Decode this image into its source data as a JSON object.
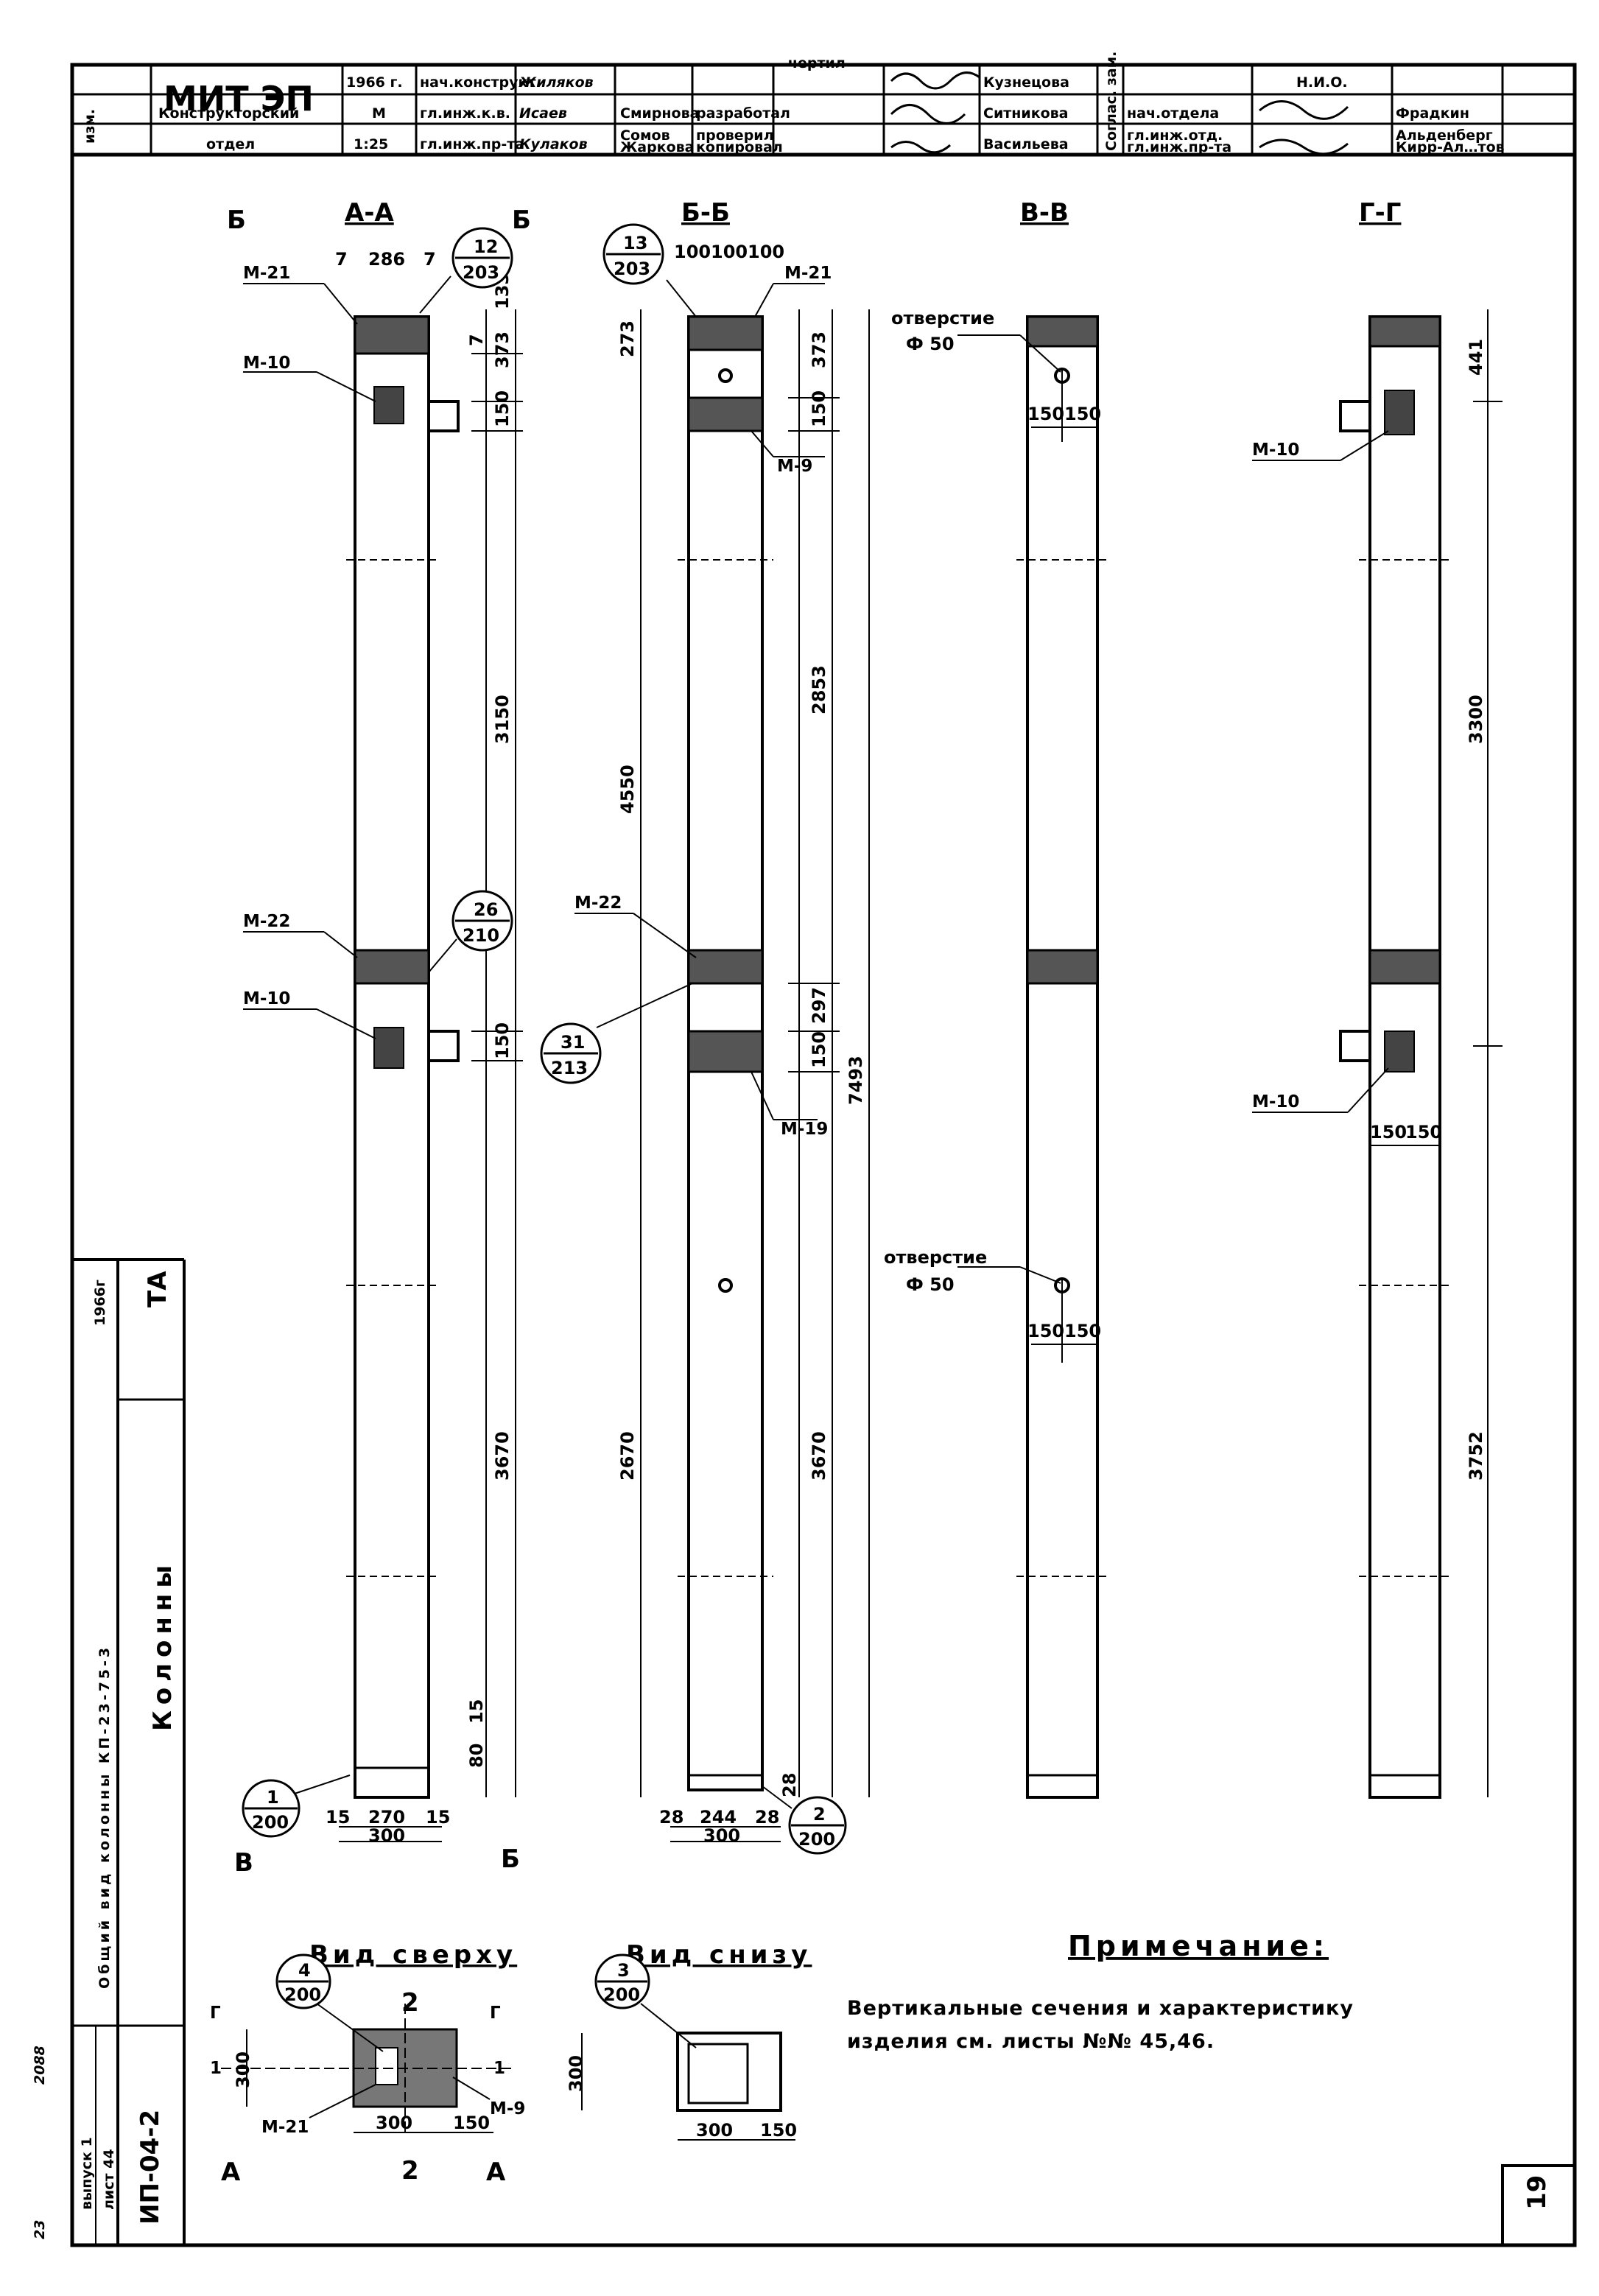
{
  "title_block": {
    "org": "МИТ ЭП",
    "org_dept": "Конструкторский",
    "org_dept2": "отдел",
    "year": "1966 г.",
    "scale_label": "М",
    "scale": "1:25",
    "row1": [
      "нач.конструкт.",
      "Жиляков"
    ],
    "row2": [
      "гл.инж.к.в.",
      "Исаев"
    ],
    "row3": [
      "гл.инж.пр-та",
      "Кулаков"
    ],
    "mid1": [
      "Смирнова",
      "разработал",
      "Кузнецова"
    ],
    "mid2": [
      "Сомов",
      "проверил",
      "Ситникова"
    ],
    "mid3": [
      "Жаркова",
      "копировал",
      "Васильева"
    ],
    "izm": "изм.",
    "checked": "чертил",
    "soglas": "Соглас. зам.",
    "right_head": "Н.И.О.",
    "right1": [
      "нач.отдела",
      "Фрадкин"
    ],
    "right2": [
      "гл.инж.отд.",
      "Альденберг"
    ],
    "right3": [
      "гл.инж.пр-та",
      "Кирр-Ал…тов"
    ]
  },
  "sections": {
    "aa": "А-А",
    "bb": "Б-Б",
    "vv": "В-В",
    "gg": "Г-Г",
    "cut_b": "Б",
    "cut_v": "В"
  },
  "marks": {
    "m21": "М-21",
    "m10": "М-10",
    "m22": "М-22",
    "m9": "М-9",
    "m19": "М-19",
    "m21b": "М-21"
  },
  "callouts": {
    "c12": [
      "12",
      "203"
    ],
    "c13": [
      "13",
      "203"
    ],
    "c26": [
      "26",
      "210"
    ],
    "c31": [
      "31",
      "213"
    ],
    "c1": [
      "1",
      "200"
    ],
    "c2": [
      "2",
      "200"
    ],
    "c4": [
      "4",
      "200"
    ],
    "c3": [
      "3",
      "200"
    ]
  },
  "dimensions": {
    "aa_top": [
      "7",
      "286",
      "7"
    ],
    "aa_373": "373",
    "aa_7": "7",
    "aa_133": "133",
    "aa_150": "150",
    "aa_3150": "3150",
    "aa_150b": "150",
    "aa_3670": "3670",
    "aa_80": "80",
    "aa_15": "15",
    "aa_bottom": [
      "15",
      "270",
      "15"
    ],
    "aa_300": "300",
    "bb_top": [
      "100",
      "100",
      "100"
    ],
    "bb_273": "273",
    "bb_373": "373",
    "bb_150": "150",
    "bb_4550": "4550",
    "bb_2853": "2853",
    "bb_297": "297",
    "bb_150b": "150",
    "bb_7493": "7493",
    "bb_2670": "2670",
    "bb_3670": "3670",
    "bb_28": "28",
    "bb_bottom": [
      "28",
      "244",
      "28"
    ],
    "bb_300": "300",
    "vv_hole": "отверстие",
    "vv_phi": "Ф 50",
    "vv_150": [
      "150",
      "150"
    ],
    "gg_441": "441",
    "gg_3300": "3300",
    "gg_150": [
      "150",
      "150"
    ],
    "gg_3752": "3752"
  },
  "views": {
    "top": "Вид сверху",
    "bottom": "Вид снизу",
    "top_300": "300",
    "top_300b": "300",
    "top_150": "150",
    "bot_300": "300",
    "bot_300b": "300",
    "bot_150": "150",
    "cut2": "2",
    "cutA": "А",
    "cutG": "Г",
    "cut1": "1",
    "m21": "М-21",
    "m9": "М-9"
  },
  "note": {
    "title": "Примечание:",
    "line1": "Вертикальные сечения и характеристику",
    "line2": "изделия см. листы №№ 45,46."
  },
  "side": {
    "org": "ТА",
    "year": "1966г",
    "title1": "Колонны",
    "title2": "Общий вид колонны КП-23-75-3",
    "series": "ИП-04-2",
    "issue": "выпуск 1",
    "sheet_of": "лист 44",
    "code": "2088",
    "small": "23"
  },
  "sheet_number": "19"
}
